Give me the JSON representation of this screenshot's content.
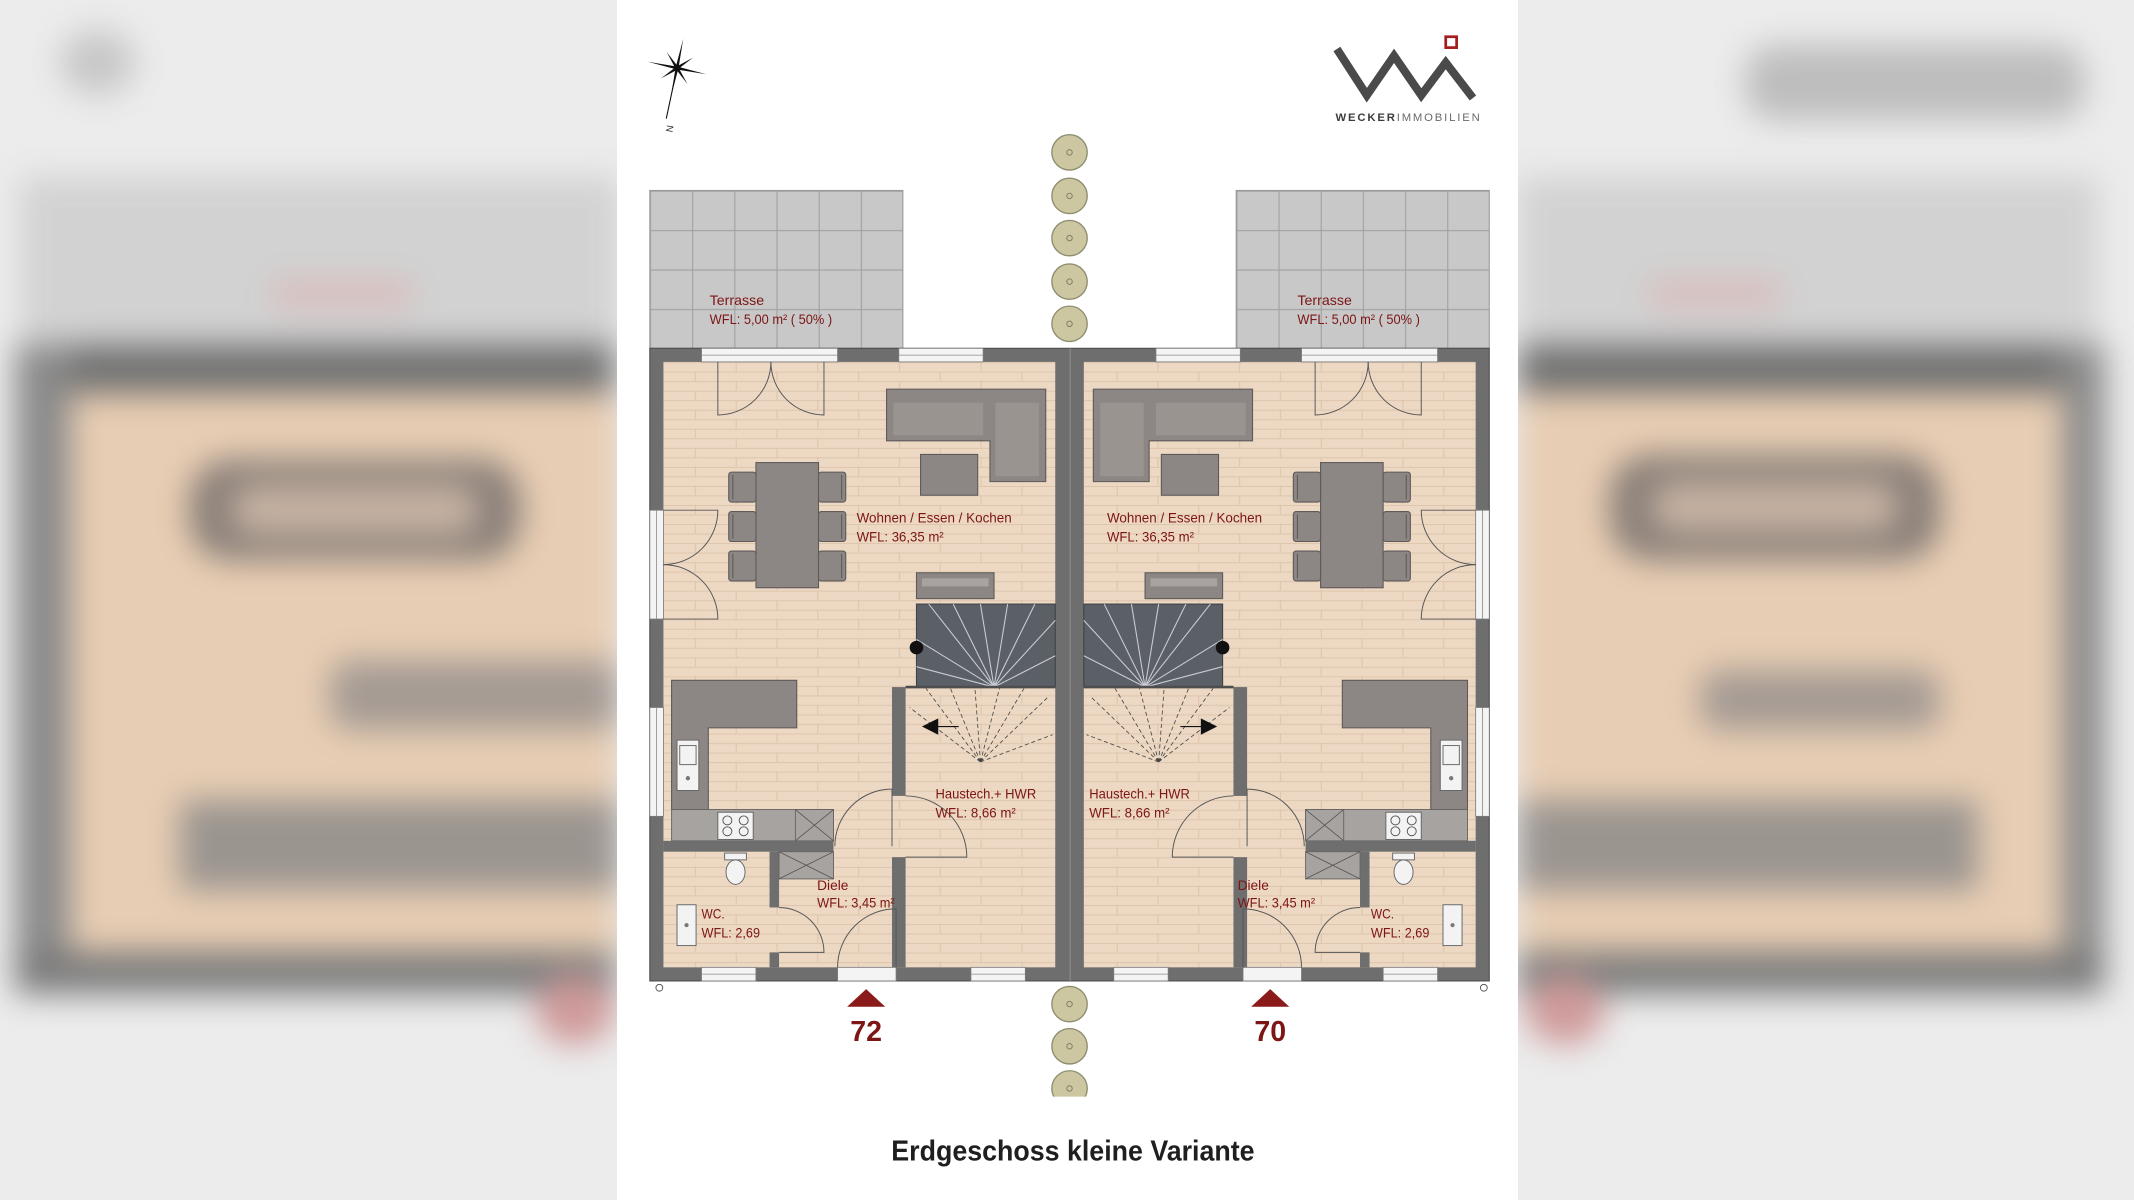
{
  "plan": {
    "compass_label": "N",
    "logo": {
      "word_bold": "WECKER",
      "word_light": "IMMOBILIEN"
    },
    "terraces": [
      {
        "name": "Terrasse",
        "area": "WFL: 5,00 m² ( 50% )"
      },
      {
        "name": "Terrasse",
        "area": "WFL: 5,00 m² ( 50% )"
      }
    ],
    "units": [
      {
        "house_number": "72",
        "rooms": {
          "living": {
            "name": "Wohnen / Essen / Kochen",
            "area": "WFL: 36,35 m²"
          },
          "utility": {
            "name": "Haustech.+ HWR",
            "area": "WFL: 8,66 m²"
          },
          "hall": {
            "name": "Diele",
            "area": "WFL: 3,45 m²"
          },
          "wc": {
            "name": "WC.",
            "area": "WFL: 2,69"
          }
        }
      },
      {
        "house_number": "70",
        "rooms": {
          "living": {
            "name": "Wohnen / Essen / Kochen",
            "area": "WFL: 36,35 m²"
          },
          "utility": {
            "name": "Haustech.+ HWR",
            "area": "WFL: 8,66 m²"
          },
          "hall": {
            "name": "Diele",
            "area": "WFL: 3,45 m²"
          },
          "wc": {
            "name": "WC.",
            "area": "WFL: 2,69"
          }
        }
      }
    ],
    "caption": "Erdgeschoss kleine Variante"
  },
  "colors": {
    "label": "#7d1515",
    "accent": "#8b1a1a",
    "wall": "#6e6e6e",
    "floor": "#ecd8c3",
    "furniture": "#8c8784"
  }
}
